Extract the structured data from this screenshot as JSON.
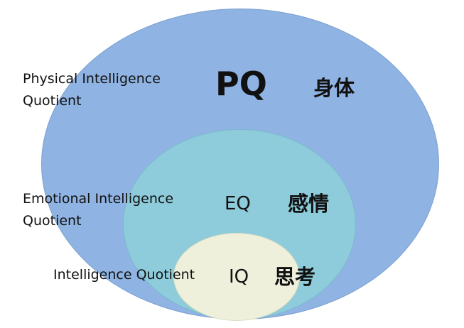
{
  "pq": {
    "name_lines": [
      "Physical  Intelligence",
      "Quotient"
    ],
    "abbr": "PQ",
    "kanji": "身体",
    "color": "#8fb3e2"
  },
  "eq": {
    "name_lines": [
      "Emotional Intelligence",
      "Quotient"
    ],
    "abbr": "EQ",
    "kanji": "感情",
    "color": "#8ecbdb"
  },
  "iq": {
    "name": "Intelligence Quotient",
    "abbr": "IQ",
    "kanji": "思考",
    "color": "#eef0db"
  }
}
